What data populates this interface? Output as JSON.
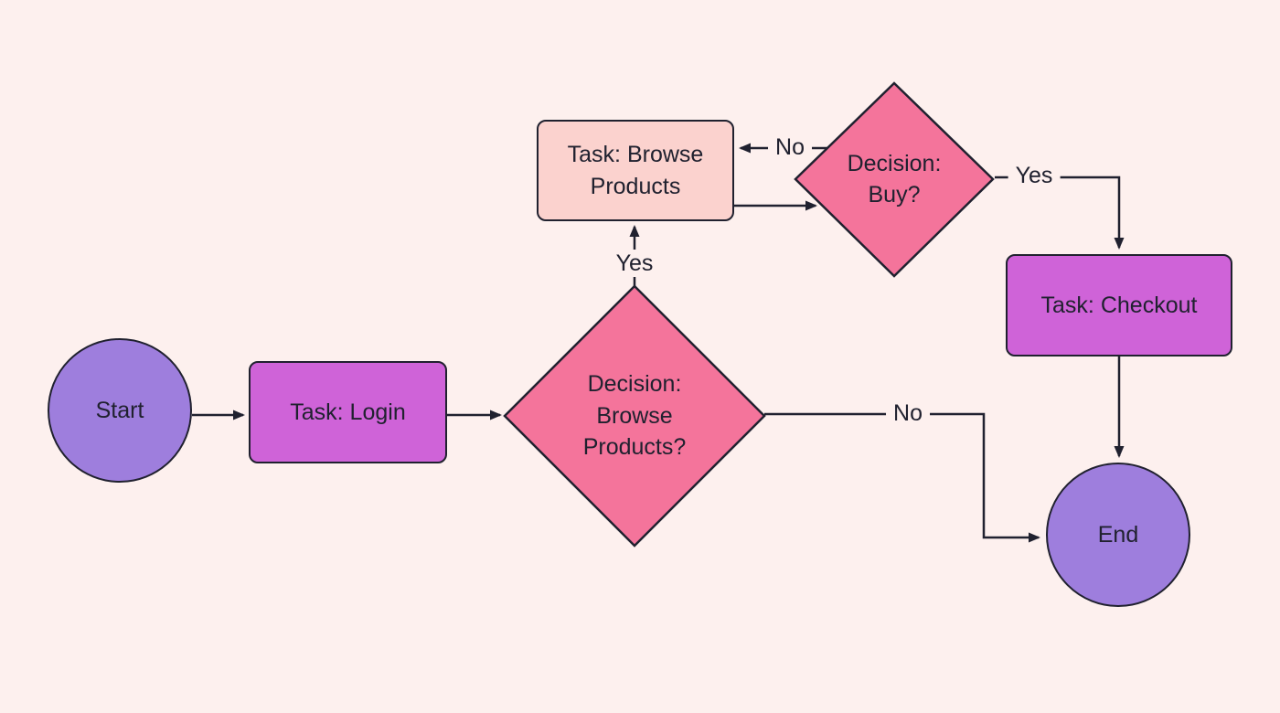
{
  "canvas": {
    "background": "#fdf0ee",
    "stroke_color": "#20212f",
    "text_color": "#20212f"
  },
  "nodes": {
    "start": {
      "type": "circle",
      "label": "Start",
      "fill": "#9e7edd"
    },
    "login": {
      "type": "task",
      "label": "Task: Login",
      "fill": "#cf63d8"
    },
    "browse_decision": {
      "type": "decision",
      "label": "Decision:\nBrowse\nProducts?",
      "fill": "#f4749b"
    },
    "browse_task": {
      "type": "task",
      "label": "Task: Browse\nProducts",
      "fill": "#fbd2ce"
    },
    "buy_decision": {
      "type": "decision",
      "label": "Decision:\nBuy?",
      "fill": "#f4749b"
    },
    "checkout_task": {
      "type": "task",
      "label": "Task: Checkout",
      "fill": "#cf63d8"
    },
    "end": {
      "type": "circle",
      "label": "End",
      "fill": "#9e7edd"
    }
  },
  "edges": [
    {
      "from": "start",
      "to": "login",
      "label": ""
    },
    {
      "from": "login",
      "to": "browse_decision",
      "label": ""
    },
    {
      "from": "browse_decision",
      "to": "browse_task",
      "label": "Yes"
    },
    {
      "from": "browse_decision",
      "to": "end",
      "label": "No"
    },
    {
      "from": "browse_task",
      "to": "buy_decision",
      "label": ""
    },
    {
      "from": "buy_decision",
      "to": "browse_task",
      "label": "No"
    },
    {
      "from": "buy_decision",
      "to": "checkout_task",
      "label": "Yes"
    },
    {
      "from": "checkout_task",
      "to": "end",
      "label": ""
    }
  ]
}
